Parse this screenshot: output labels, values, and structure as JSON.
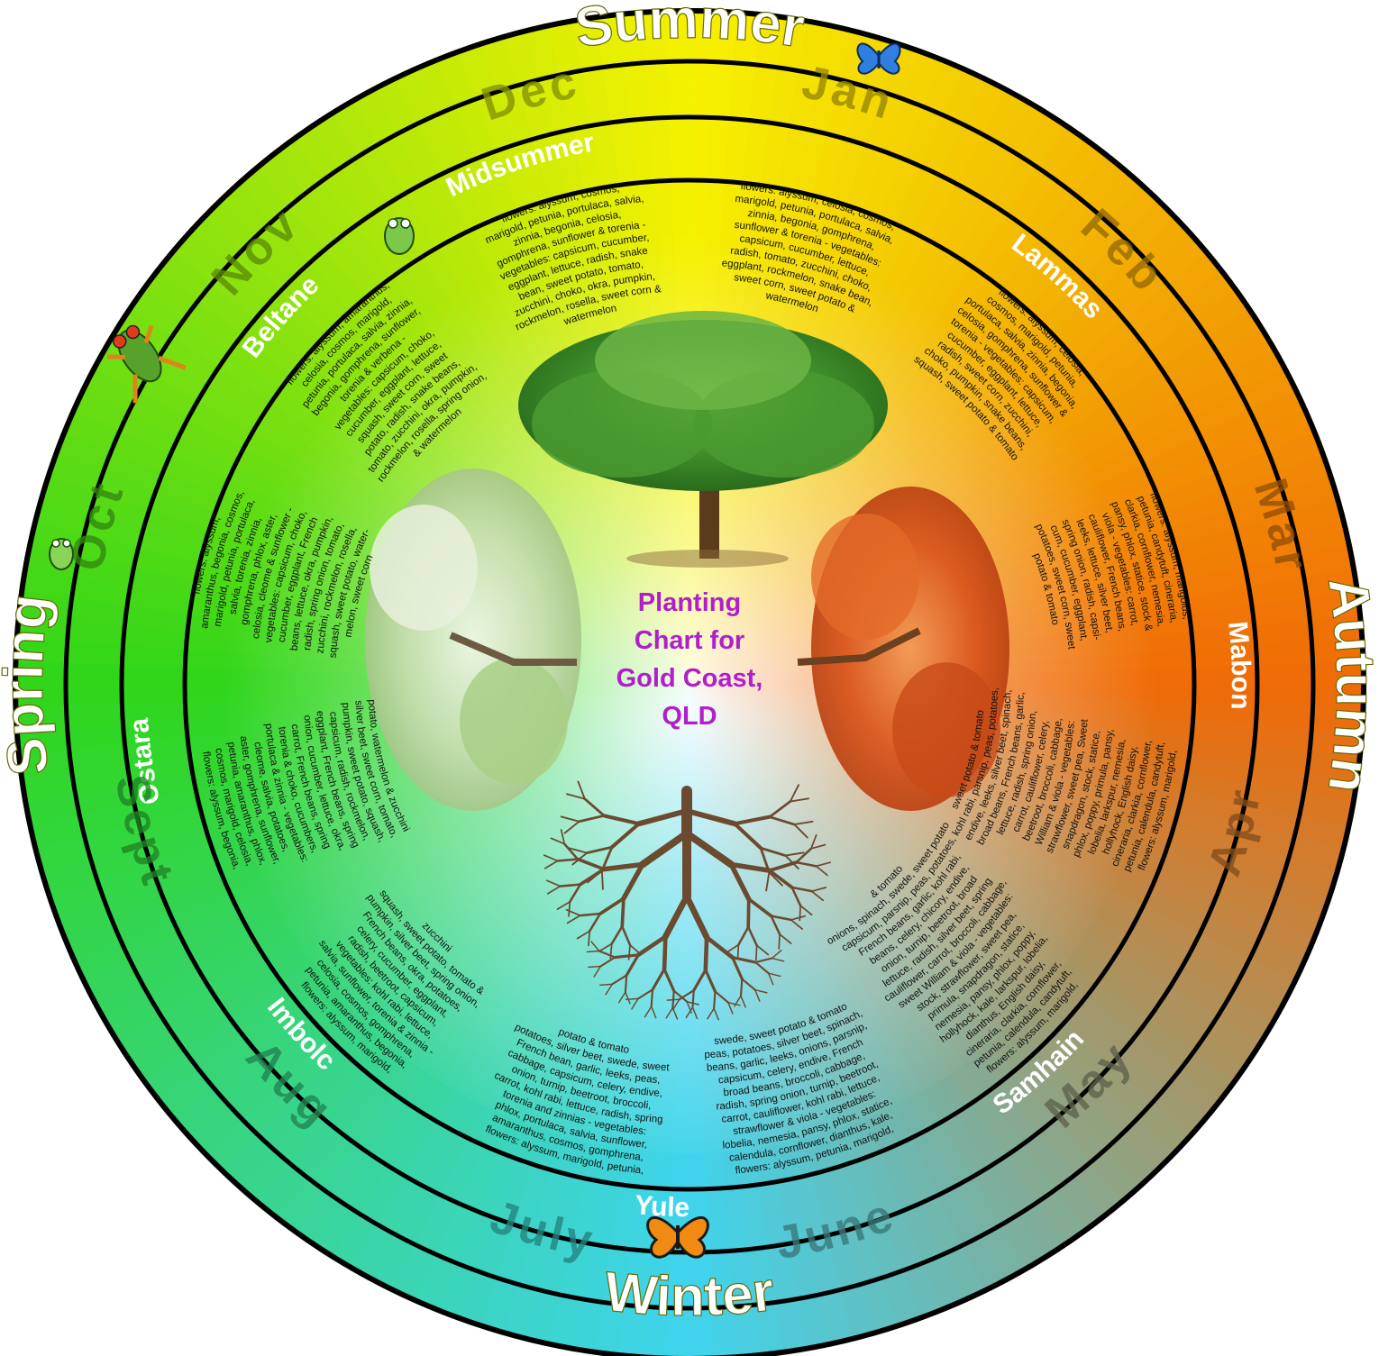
{
  "title_lines": [
    "Planting",
    "Chart for",
    "Gold Coast,",
    "QLD"
  ],
  "colors": {
    "summer": "#f6f100",
    "autumn": "#f06a06",
    "winter": "#3fd4ee",
    "spring": "#2fd61a",
    "ring": "#000000",
    "title": "#b01fc9"
  },
  "seasons": [
    {
      "label": "Summer",
      "angle": 0
    },
    {
      "label": "Autumn",
      "angle": 90
    },
    {
      "label": "Winter",
      "angle": 180
    },
    {
      "label": "Spring",
      "angle": 270
    }
  ],
  "months": [
    {
      "label": "Jan",
      "angle": 15
    },
    {
      "label": "Feb",
      "angle": 45
    },
    {
      "label": "Mar",
      "angle": 75
    },
    {
      "label": "Apr",
      "angle": 105
    },
    {
      "label": "May",
      "angle": 135
    },
    {
      "label": "June",
      "angle": 165
    },
    {
      "label": "July",
      "angle": 195
    },
    {
      "label": "Aug",
      "angle": 225
    },
    {
      "label": "Sept",
      "angle": 255
    },
    {
      "label": "Oct",
      "angle": 285
    },
    {
      "label": "Nov",
      "angle": 315
    },
    {
      "label": "Dec",
      "angle": 345
    }
  ],
  "sabbats": [
    {
      "label": "Midsummer",
      "angle": 342
    },
    {
      "label": "Lammas",
      "angle": 42
    },
    {
      "label": "Mabon",
      "angle": 88
    },
    {
      "label": "Samhain",
      "angle": 138
    },
    {
      "label": "Yule",
      "angle": 183
    },
    {
      "label": "Imbolc",
      "angle": 228
    },
    {
      "label": "Ostara",
      "angle": 262
    },
    {
      "label": "Beltane",
      "angle": 312
    }
  ],
  "planting": [
    {
      "id": "midsummer",
      "angle": 345,
      "lines": [
        "flowers: alyssum, cosmos,",
        "marigold, petunia, portulaca, salvia,",
        "zinnia, begonia, celosia,",
        "gomphrena, sunflower & torenia -",
        "vegetables: capsicum, cucumber,",
        "eggplant, lettuce, radish, snake",
        "bean, sweet potato, tomato,",
        "zucchini, choko, okra, pumpkin,",
        "rockmelon, rosella, sweet corn &",
        "watermelon"
      ]
    },
    {
      "id": "january",
      "angle": 15,
      "lines": [
        "flowers: alyssum, celosia, cosmos,",
        "marigold, petunia, portulaca, salvia,",
        "zinnia, begonia, gomphrena,",
        "sunflower & torenia - vegetables:",
        "capsicum, cucumber, lettuce,",
        "radish, tomato, zucchini, choko,",
        "eggplant, rockmelon, snake bean,",
        "sweet corn, sweet potato &",
        "watermelon"
      ]
    },
    {
      "id": "lammas",
      "angle": 45,
      "lines": [
        "flowers: alyssum, celosia,",
        "cosmos, marigold, petunia,",
        "portulaca, salvia, zinnia, begonia,",
        "celosia, gomphrena, sunflower &",
        "torenia - vegetables: capsicum,",
        "cucumber, eggplant, lettuce,",
        "radish, sweet corn, zucchini,",
        "choko, pumpkin, snake beans,",
        "squash, sweet potato & tomato"
      ]
    },
    {
      "id": "mabon",
      "angle": 75,
      "lines": [
        "flowers: alyssum, marigolds,",
        "petunia, candytuft, cineraria,",
        "clarkia, cornflower, nemesia,",
        "pansy, phlox, statice, stock &",
        "viola - vegetables: carrot,",
        "cauliflower, French beans,",
        "leeks, lettuce, silver beet,",
        "spring onion, radish, capsi-",
        "cum, cucumber, eggplant,",
        "potatoes, sweet corn, sweet",
        "potato & tomato"
      ]
    },
    {
      "id": "april",
      "angle": 105,
      "lines": [
        "flowers: alyssum, marigold,",
        "petunia, calendula, candytuft,",
        "cineraria, clarkia, cornflower,",
        "hollyhock, English daisy,",
        "lobelia, larkspur, nemesia,",
        "phlox, poppy, primula, pansy,",
        "snapdragon, stock, statice,",
        "strawflower, sweet pea, Sweet",
        "William & viola - vegetables:",
        "beetroot, broccoli, cabbage,",
        "carrot, cauliflower, celery,",
        "lettuce, radish, spring onion,",
        "broad beans, French beans, garlic,",
        "endive, leeks, silver beet, spinach,",
        "kohl rabi, parsnip, peas, potatoes,",
        "sweet potato & tomato"
      ]
    },
    {
      "id": "samhain",
      "angle": 135,
      "lines": [
        "flowers: alyssum, marigold,",
        "petunia, calendula, candytuft,",
        "cineraria, clarkia, cornflower,",
        "dianthus, English daisy,",
        "hollyhock, kale, larkspur, lobelia,",
        "nemesia, pansy, phlox, poppy,",
        "primula, snapdragon, statice,",
        "stock, strawflower, sweet pea,",
        "sweet William & viola - vegetables:",
        "cauliflower, carrot, broccoli, cabbage,",
        "lettuce, radish, silver beet, spring",
        "onion, turnip, beetroot, broad",
        "beans, celery, chicory, endive,",
        "French beans, garlic, kohl rabi,",
        "capsicum, parsnip, peas, potatoes,",
        "onions, spinach, swede, sweet potato",
        "& tomato"
      ]
    },
    {
      "id": "june",
      "angle": 165,
      "lines": [
        "flowers: alyssum, petunia, marigold,",
        "calendula, cornflower, dianthus, kale,",
        "lobelia, nemesia, pansy, phlox, statice,",
        "strawflower & viola - vegetables:",
        "carrot, cauliflower, kohl rabi, lettuce,",
        "radish, spring onion, turnip, beetroot,",
        "broad beans, broccoli, cabbage,",
        "capsicum, celery, endive, French",
        "beans, garlic, leeks, onions, parsnip,",
        "peas, potatoes, silver beet, spinach,",
        "swede, sweet potato & tomato"
      ]
    },
    {
      "id": "yule",
      "angle": 195,
      "lines": [
        "flowers: alyssum, marigold, petunia,",
        "amaranthus, cosmos, gomphrena,",
        "phlox, portulaca, salvia, sunflower,",
        "torenia and zinnias - vegetables:",
        "carrot, kohl rabi, lettuce, radish, spring",
        "onion, turnip, beetroot, broccoli,",
        "cabbage, capsicum, celery, endive,",
        "French bean, garlic, leeks, peas,",
        "potatoes, silver beet, swede, sweet",
        "potato & tomato"
      ]
    },
    {
      "id": "imbolc",
      "angle": 225,
      "lines": [
        "flowers: alyssum, marigold,",
        "petunia, amaranthus, begonia,",
        "celosia, cosmos, gomphrena,",
        "salvia, sunflower, torenia & zinnia -",
        "vegetables: kohl rabi, lettuce,",
        "radish, beetroot, capsicum,",
        "celery, cucumber, eggplant,",
        "French beans, okra, potatoes,",
        "pumpkin, silver beet, spring onion,",
        "squash, sweet potato, tomato &",
        "zucchini"
      ]
    },
    {
      "id": "ostara",
      "angle": 255,
      "lines": [
        "flowers: alyssum, begonia,",
        "cosmos, marigold, celosia,",
        "petunia, amaranthus, phlox,",
        "aster, gomphrena, sunflower,",
        "cleome, salvia, potatoes,",
        "portulaca & zinnia - vegetables:",
        "torenia & choko, cucumbers,",
        "carrot, French beans, spring",
        "onion, cucumber, lettuce, okra,",
        "eggplant, French beans, spring",
        "capsicum, radish, rockmelon,",
        "pumpkin, sweet potato, squash,",
        "silver beet, sweet corn, tomato,",
        "potato, watermelon & zucchini"
      ]
    },
    {
      "id": "october",
      "angle": 285,
      "lines": [
        "flowers: alyssum,",
        "amaranthus, begonia, cosmos,",
        "marigold, petunia, portulaca,",
        "salvia, torenia, zinnia,",
        "gomphrena, phlox, aster,",
        "celosia, cleome & sunflower -",
        "vegetables: capsicum, choko,",
        "cucumber, eggplant, French",
        "beans, lettuce, okra, pumpkin,",
        "radish, spring onion, tomato,",
        "zucchini, rockmelon, rosella,",
        "squash, sweet potato, water-",
        "melon, sweet corn"
      ]
    },
    {
      "id": "beltane",
      "angle": 315,
      "lines": [
        "flowers: alyssum, amaranthus,",
        "celosia, cosmos, marigold,",
        "petunia, portulaca, salvia, zinnia,",
        "begonia, gomphrena, sunflower,",
        "torenia & verbena -",
        "vegetables: capsicum, choko,",
        "cucumber, eggplant, lettuce,",
        "squash, sweet corn, sweet",
        "potato, radish, snake beans,",
        "tomato, zucchini, okra, pumpkin,",
        "rockmelon, rosella, spring onion,",
        "& watermelon"
      ]
    }
  ]
}
